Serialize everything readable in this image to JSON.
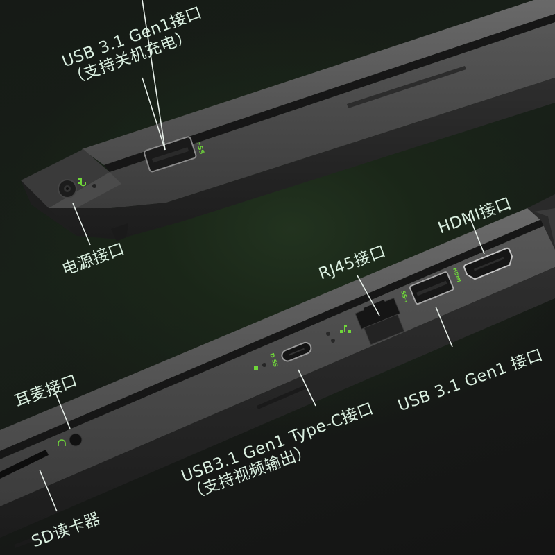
{
  "colors": {
    "background": "#161a16",
    "label_text": "#d9eedf",
    "leader_line": "#e8f0ea",
    "chassis_light": "#5c5c5c",
    "chassis_dark": "#2b2b2b",
    "accent_green": "#6fd63a"
  },
  "labels": {
    "usb_top": {
      "line1": "USB 3.1 Gen1接口",
      "line2": "（支持关机充电）"
    },
    "power": {
      "text": "电源接口"
    },
    "rj45": {
      "text": "RJ45接口"
    },
    "hdmi": {
      "text": "HDMI接口"
    },
    "usb_right": {
      "text": "USB 3.1 Gen1 接口"
    },
    "headset": {
      "text": "耳麦接口"
    },
    "typec": {
      "line1": "USB3.1 Gen1 Type-C接口",
      "line2": "（支持视频输出）"
    },
    "sd": {
      "text": "SD读卡器"
    }
  },
  "port_icons": {
    "usb_top": "usb-ss-charge-icon",
    "power": "power-plug-icon",
    "rj45": "network-icon",
    "usb_right": "usb-ss-icon",
    "hdmi": "hdmi-logo-icon",
    "typec": "usb-c-ss-icon",
    "headset": "headset-icon",
    "sd": "sd-card-icon"
  },
  "port_logo_text": {
    "hdmi": "HDMI",
    "usb_ss": "SS"
  }
}
